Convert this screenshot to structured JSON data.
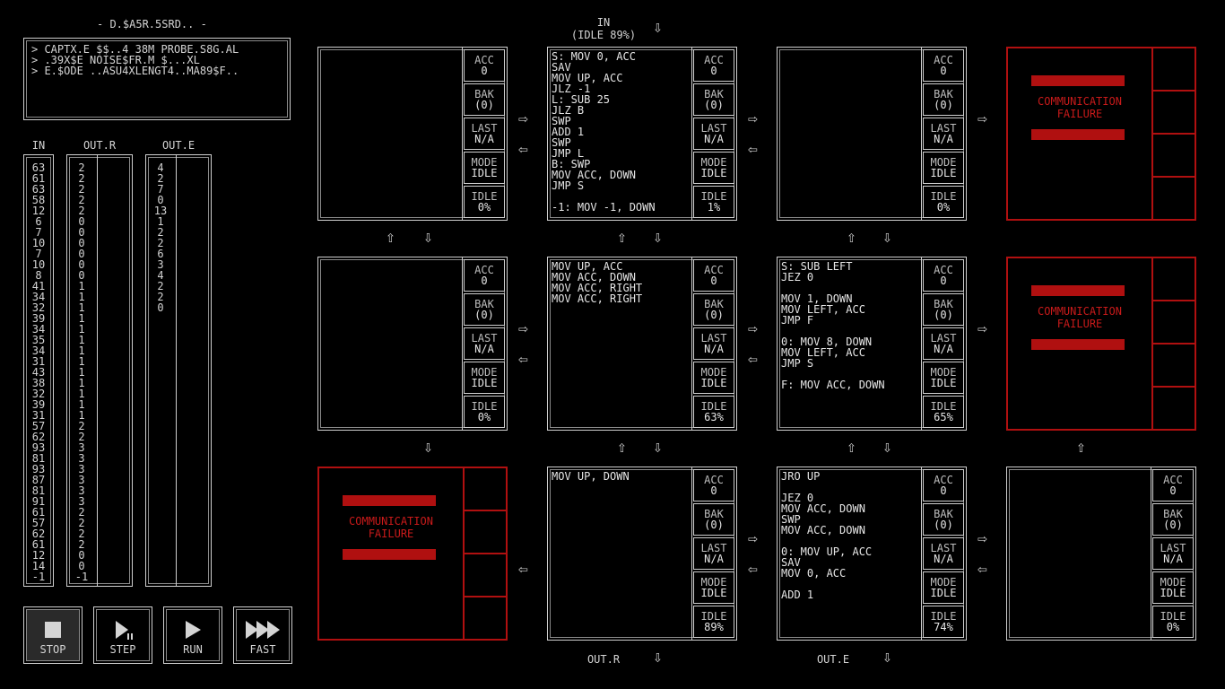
{
  "puzzle_title": "- D.$A5R.5SRD.. -",
  "description": [
    "> CAPTX.E $$..4 38M PROBE.S8G.AL",
    "> .39X$E NOISE$FR.M $...XL",
    "> E.$ODE ..ASU4XLENGT4..MA89$F.."
  ],
  "columns": {
    "in": {
      "label": "IN",
      "values": [
        "63",
        "61",
        "63",
        "58",
        "12",
        "6",
        "7",
        "10",
        "7",
        "10",
        "8",
        "41",
        "34",
        "32",
        "39",
        "34",
        "35",
        "34",
        "31",
        "43",
        "38",
        "32",
        "39",
        "31",
        "57",
        "62",
        "93",
        "81",
        "93",
        "87",
        "81",
        "91",
        "61",
        "57",
        "62",
        "61",
        "12",
        "14",
        "-1"
      ]
    },
    "out_r": {
      "label": "OUT.R",
      "values": [
        "2",
        "2",
        "2",
        "2",
        "2",
        "0",
        "0",
        "0",
        "0",
        "0",
        "0",
        "1",
        "1",
        "1",
        "1",
        "1",
        "1",
        "1",
        "1",
        "1",
        "1",
        "1",
        "1",
        "1",
        "2",
        "2",
        "3",
        "3",
        "3",
        "3",
        "3",
        "3",
        "2",
        "2",
        "2",
        "2",
        "0",
        "0",
        "-1"
      ]
    },
    "out_e": {
      "label": "OUT.E",
      "values": [
        "4",
        "2",
        "7",
        "0",
        "13",
        "1",
        "2",
        "2",
        "6",
        "3",
        "4",
        "2",
        "2",
        "0"
      ]
    }
  },
  "buttons": [
    {
      "label": "STOP",
      "icon": "stop-icon"
    },
    {
      "label": "STEP",
      "icon": "step-icon"
    },
    {
      "label": "RUN",
      "icon": "play-icon"
    },
    {
      "label": "FAST",
      "icon": "fast-forward-icon"
    }
  ],
  "io": {
    "top_in": "IN",
    "top_in_sub": "(IDLE 89%)",
    "bottom_out_r": "OUT.R",
    "bottom_out_e": "OUT.E"
  },
  "register_labels": {
    "acc": "ACC",
    "bak": "BAK",
    "last": "LAST",
    "mode": "MODE",
    "idle": "IDLE"
  },
  "failure_text": [
    "COMMUNICATION",
    "FAILURE"
  ],
  "nodes": [
    {
      "id": "r0c0",
      "code": "",
      "acc": "0",
      "bak": "(0)",
      "last": "N/A",
      "mode": "IDLE",
      "idle": "0%"
    },
    {
      "id": "r0c1",
      "code": "S: MOV 0, ACC\nSAV\nMOV UP, ACC\nJLZ -1\nL: SUB 25\nJLZ B\nSWP\nADD 1\nSWP\nJMP L\nB: SWP\nMOV ACC, DOWN\nJMP S\n\n-1: MOV -1, DOWN",
      "acc": "0",
      "bak": "(0)",
      "last": "N/A",
      "mode": "IDLE",
      "idle": "1%"
    },
    {
      "id": "r0c2",
      "code": "",
      "acc": "0",
      "bak": "(0)",
      "last": "N/A",
      "mode": "IDLE",
      "idle": "0%"
    },
    {
      "id": "r1c0",
      "code": "",
      "acc": "0",
      "bak": "(0)",
      "last": "N/A",
      "mode": "IDLE",
      "idle": "0%"
    },
    {
      "id": "r1c1",
      "code": "MOV UP, ACC\nMOV ACC, DOWN\nMOV ACC, RIGHT\nMOV ACC, RIGHT",
      "acc": "0",
      "bak": "(0)",
      "last": "N/A",
      "mode": "IDLE",
      "idle": "63%"
    },
    {
      "id": "r1c2",
      "code": "S: SUB LEFT\nJEZ 0\n\nMOV 1, DOWN\nMOV LEFT, ACC\nJMP F\n\n0: MOV 8, DOWN\nMOV LEFT, ACC\nJMP S\n\nF: MOV ACC, DOWN",
      "acc": "0",
      "bak": "(0)",
      "last": "N/A",
      "mode": "IDLE",
      "idle": "65%"
    },
    {
      "id": "r2c1",
      "code": "MOV UP, DOWN",
      "acc": "0",
      "bak": "(0)",
      "last": "N/A",
      "mode": "IDLE",
      "idle": "89%"
    },
    {
      "id": "r2c2",
      "code": "JRO UP\n\nJEZ 0\nMOV ACC, DOWN\nSWP\nMOV ACC, DOWN\n\n0: MOV UP, ACC\nSAV\nMOV 0, ACC\n\nADD 1",
      "acc": "0",
      "bak": "(0)",
      "last": "N/A",
      "mode": "IDLE",
      "idle": "74%"
    },
    {
      "id": "r2c3",
      "code": "",
      "acc": "0",
      "bak": "(0)",
      "last": "N/A",
      "mode": "IDLE",
      "idle": "0%"
    }
  ],
  "colors": {
    "failure": "#b01010",
    "text": "#d4d4d4",
    "background": "#000000"
  }
}
